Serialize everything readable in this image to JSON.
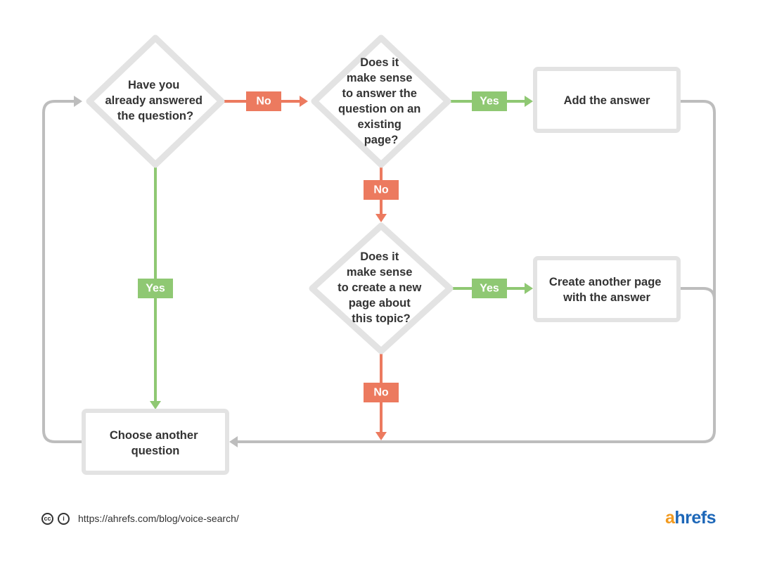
{
  "colors": {
    "no": "#ec7a5f",
    "yes": "#8fc873",
    "loop": "#bdbdbd",
    "node_border": "#e3e3e3",
    "text": "#333333"
  },
  "nodes": {
    "q1": {
      "lines": [
        "Have you",
        "already answered",
        "the  question?"
      ]
    },
    "q2": {
      "lines": [
        "Does it",
        "make sense",
        "to answer the",
        "question on an",
        "existing",
        "page?"
      ]
    },
    "q3": {
      "lines": [
        "Does it",
        "make sense",
        "to create a new",
        "page about",
        "this topic?"
      ]
    },
    "add": {
      "lines": [
        "Add the answer"
      ]
    },
    "create": {
      "lines": [
        "Create another page",
        "with the answer"
      ]
    },
    "choose": {
      "lines": [
        "Choose another",
        "question"
      ]
    }
  },
  "edges": {
    "q1_q2": "No",
    "q1_choose": "Yes",
    "q2_add": "Yes",
    "q2_q3": "No",
    "q3_create": "Yes",
    "q3_choose": "No"
  },
  "footer": {
    "icon_cc": "cc",
    "icon_attribution": "i",
    "url": "https://ahrefs.com/blog/voice-search/",
    "logo_first": "a",
    "logo_rest": "hrefs"
  }
}
